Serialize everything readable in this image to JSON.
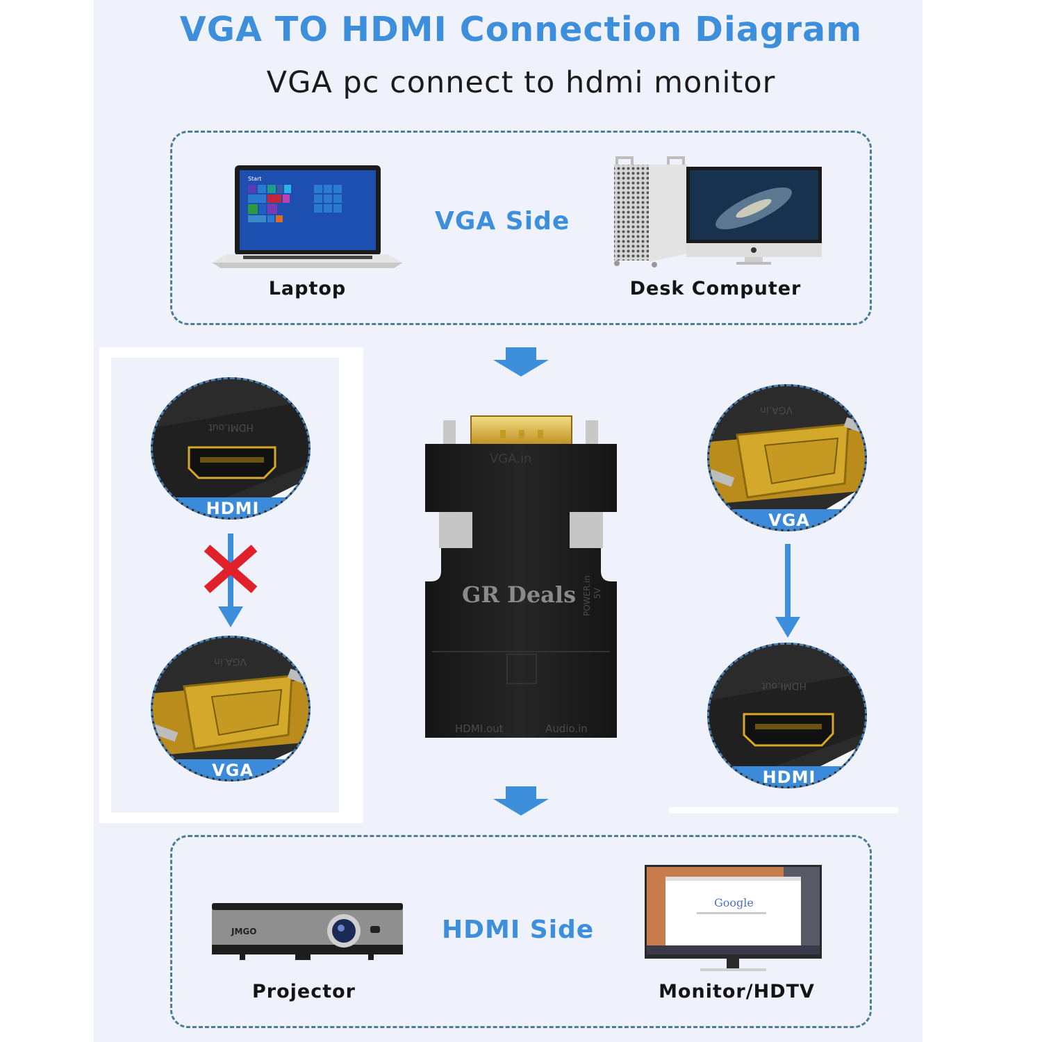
{
  "header": {
    "title": "VGA TO HDMI Connection Diagram",
    "subtitle": "VGA pc connect to hdmi monitor"
  },
  "vga_side": {
    "label": "VGA Side",
    "devices": [
      {
        "name": "Laptop",
        "icon": "laptop-icon",
        "screen_text": "Start"
      },
      {
        "name": "Desk Computer",
        "icon": "desktop-computer-icon"
      }
    ]
  },
  "hdmi_side": {
    "label": "HDMI Side",
    "devices": [
      {
        "name": "Projector",
        "icon": "projector-icon",
        "brand": "JMGO"
      },
      {
        "name": "Monitor/HDTV",
        "icon": "monitor-icon",
        "screen_text": "Google"
      }
    ]
  },
  "adapter": {
    "port_top": "VGA.in",
    "port_bottom_left": "HDMI.out",
    "port_bottom_right": "Audio.in",
    "port_side": "POWER.in",
    "side_label": "5V",
    "watermark": "GR Deals"
  },
  "left_column": {
    "note": "not supported",
    "top_connector": {
      "badge": "HDMI",
      "engraving": "HDMI.out"
    },
    "bottom_connector": {
      "badge": "VGA",
      "engraving": "VGA.in"
    },
    "status_icon": "red-x-icon"
  },
  "right_column": {
    "top_connector": {
      "badge": "VGA",
      "engraving": "VGA.in"
    },
    "bottom_connector": {
      "badge": "HDMI",
      "engraving": "HDMI.out"
    }
  },
  "colors": {
    "accent_blue": "#3d8fdc",
    "panel_bg": "#eff1fb",
    "dash_border": "#4b7d98",
    "cross_red": "#e0202a",
    "gold": "#d4a82a"
  }
}
